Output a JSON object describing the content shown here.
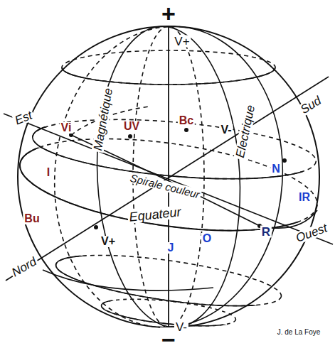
{
  "diagram": {
    "labels": [
      "+",
      "V+",
      "Est",
      "Sud",
      "Vi",
      "UV",
      "Bc",
      "V-",
      "Magnétique",
      "Electrique",
      "N",
      "I",
      "Spirale couleur",
      "IR",
      "Bu",
      "Equateur",
      "Ouest",
      "V+",
      "J",
      "O",
      "R",
      "Nord",
      "V-",
      "−",
      "J. de La Foye"
    ]
  }
}
